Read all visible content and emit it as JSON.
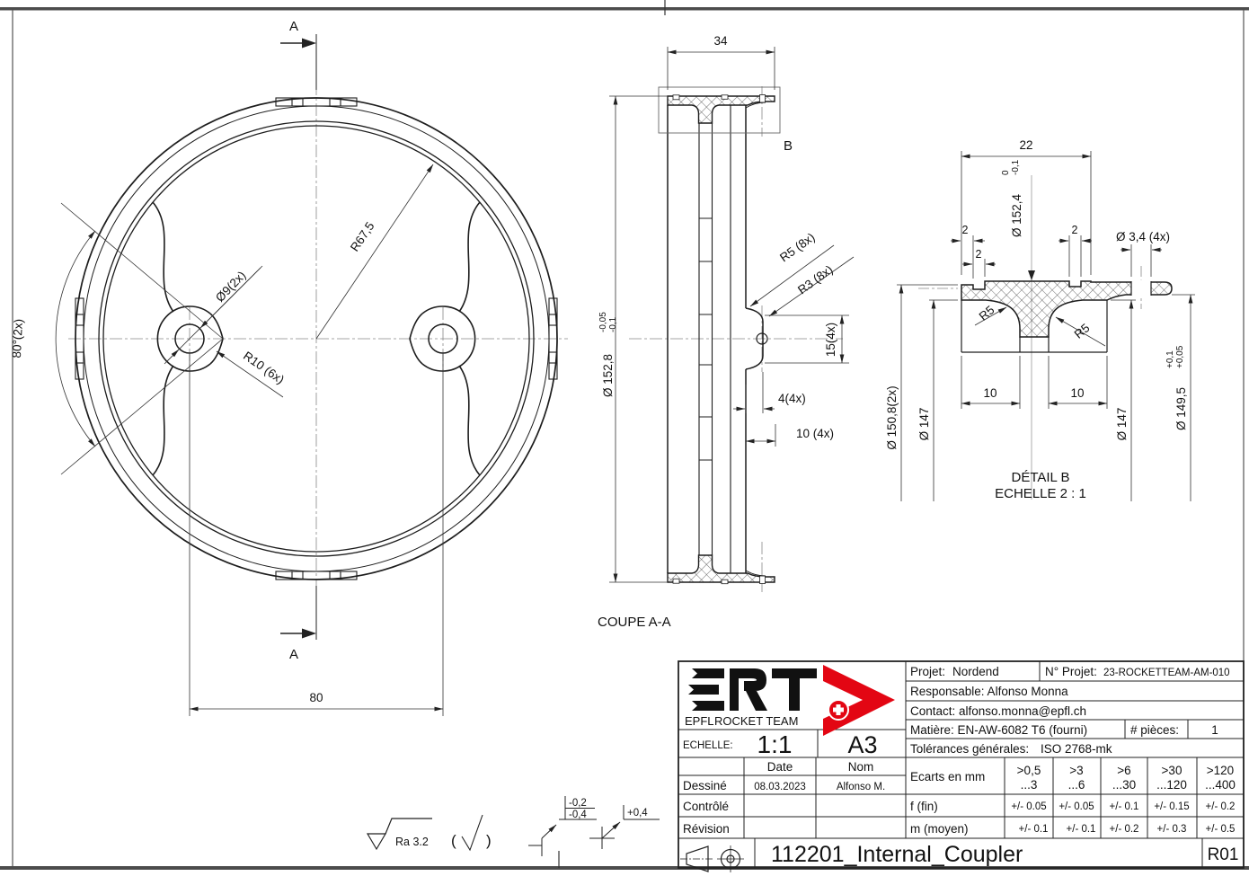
{
  "drawing": {
    "front": {
      "section_arrow_top": "A",
      "section_arrow_bottom": "A",
      "dim_angle": "80°(2x)",
      "dim_hole": "Ø9(2x)",
      "dim_fillet": "R10 (6x)",
      "dim_radius": "R67,5",
      "dim_spacing": "80"
    },
    "section": {
      "title": "COUPE A-A",
      "dim_width": "34",
      "detail_label": "B",
      "dim_r5": "R5 (8x)",
      "dim_r3": "R3 (8x)",
      "dim_boss_h": "15(4x)",
      "dim_boss_w": "4(4x)",
      "dim_boss_d": "10 (4x)",
      "dim_dia": "Ø 152,8",
      "dim_dia_tol_up": "-0,05",
      "dim_dia_tol_lo": "-0,1"
    },
    "detail": {
      "title": "DÉTAIL B",
      "scale": "ECHELLE 2 : 1",
      "dim_width": "22",
      "dim_step_l": "2",
      "dim_groove": "2",
      "dim_step_r": "2",
      "dim_dia": "Ø 152,4",
      "dim_dia_tol_up": "0",
      "dim_dia_tol_lo": "-0,1",
      "dim_hole": "Ø 3,4 (4x)",
      "dim_r5_l": "R5",
      "dim_r5_r": "R5",
      "dim_p10_l": "10",
      "dim_p10_r": "10",
      "dim_d1508": "Ø 150,8(2x)",
      "dim_d147_l": "Ø 147",
      "dim_d147_r": "Ø 147",
      "dim_d1495": "Ø 149,5",
      "dim_d1495_tol_up": "+0,1",
      "dim_d1495_tol_lo": "+0,05"
    },
    "finish": {
      "ra": "Ra 3.2",
      "paren_l": "(",
      "paren_r": ")",
      "edge1_up": "-0,2",
      "edge1_lo": "-0,4",
      "edge2": "+0,4"
    }
  },
  "title_block": {
    "logo": {
      "epfl": "EPFL",
      "team": "ROCKET TEAM"
    },
    "scale_label": "ECHELLE:",
    "scale_value": "1:1",
    "paper": "A3",
    "projet_label": "Projet:",
    "projet_value": "Nordend",
    "nproj_label": "N° Projet:",
    "nproj_value": "23-ROCKETTEAM-AM-010",
    "responsable": "Responsable: Alfonso Monna",
    "contact": "Contact: alfonso.monna@epfl.ch",
    "matiere": "Matière: EN-AW-6082 T6 (fourni)",
    "pieces_label": "# pièces:",
    "pieces_value": "1",
    "tol_label": "Tolérances générales:",
    "tol_value": "ISO 2768-mk",
    "sign": {
      "date": "Date",
      "nom": "Nom",
      "dessine": "Dessiné",
      "dessine_date": "08.03.2023",
      "dessine_nom": "Alfonso M.",
      "controle": "Contrôlé",
      "revision": "Révision"
    },
    "ecarts": {
      "label": "Ecarts en mm",
      "cols": [
        {
          "a": ">0,5",
          "b": "...3"
        },
        {
          "a": ">3",
          "b": "...6"
        },
        {
          "a": ">6",
          "b": "...30"
        },
        {
          "a": ">30",
          "b": "...120"
        },
        {
          "a": ">120",
          "b": "...400"
        }
      ],
      "f_label": "f (fin)",
      "f": [
        "+/- 0.05",
        "+/- 0.05",
        "+/- 0.1",
        "+/- 0.15",
        "+/- 0.2"
      ],
      "m_label": "m (moyen)",
      "m": [
        "+/- 0.1",
        "+/- 0.1",
        "+/- 0.2",
        "+/- 0.3",
        "+/- 0.5"
      ]
    },
    "part_name": "112201_Internal_Coupler",
    "revision": "R01"
  }
}
